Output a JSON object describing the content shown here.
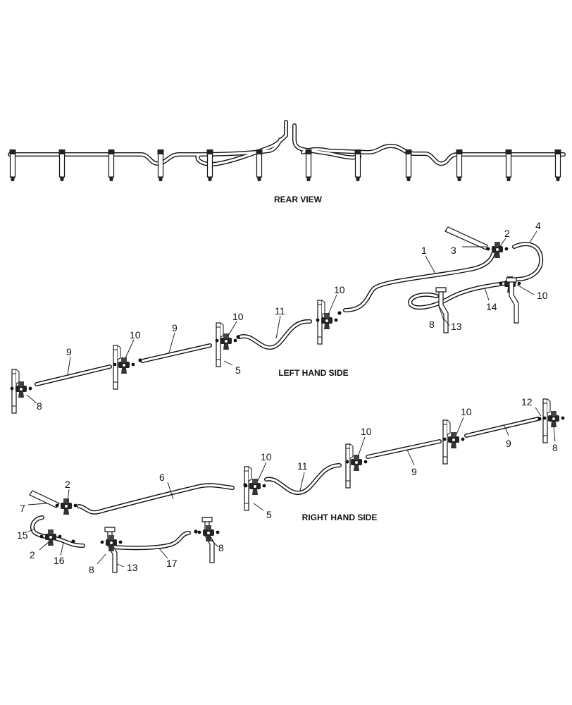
{
  "captions": {
    "rear_view": "REAR VIEW",
    "left_hand_side": "LEFT HAND SIDE",
    "right_hand_side": "RIGHT HAND SIDE"
  },
  "callouts": {
    "left": [
      "1",
      "2",
      "3",
      "4",
      "10",
      "14",
      "8",
      "13",
      "10",
      "11",
      "10",
      "5",
      "9",
      "10",
      "9",
      "8"
    ],
    "right": [
      "12",
      "8",
      "10",
      "9",
      "10",
      "9",
      "10",
      "11",
      "5",
      "6",
      "2",
      "7",
      "15",
      "2",
      "16",
      "8",
      "13",
      "17",
      "8"
    ]
  }
}
